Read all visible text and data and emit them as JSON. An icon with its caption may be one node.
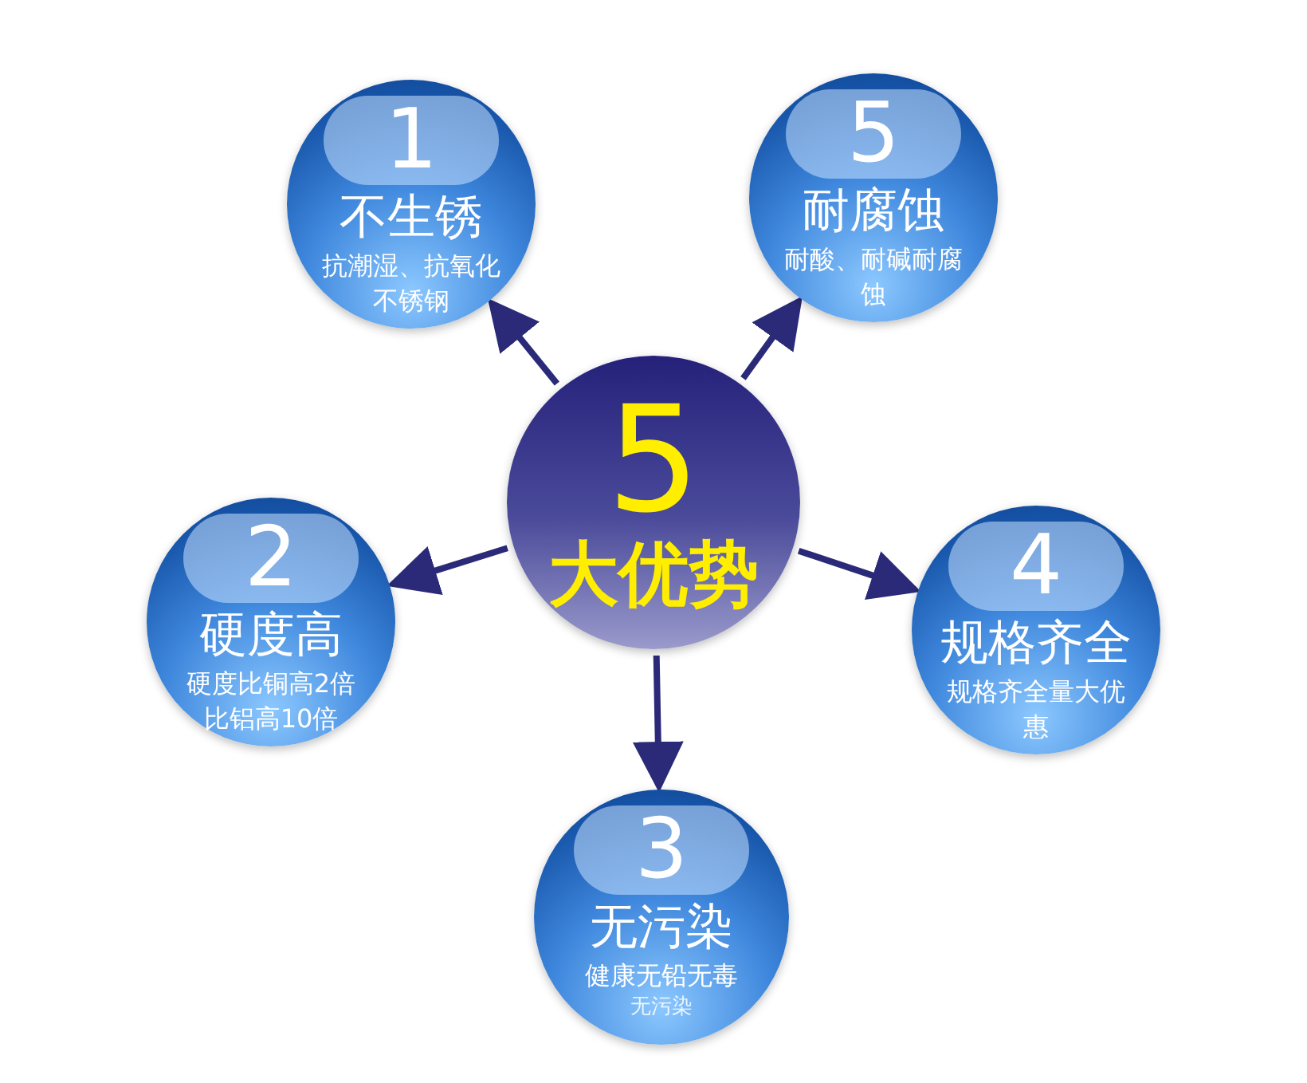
{
  "diagram": {
    "nodes": [
      {
        "text": [
          "1",
          "不生锈",
          "抗潮湿、抗氧化不锈钢"
        ]
      },
      {
        "text": [
          "5",
          "耐腐蚀",
          "耐酸、耐碱耐腐蚀"
        ]
      },
      {
        "text": [
          "5",
          "大优势"
        ]
      },
      {
        "text": [
          "2",
          "硬度高",
          "硬度比铜高2倍比铝高10倍"
        ]
      },
      {
        "text": [
          "4",
          "规格齐全",
          "规格齐全量大优惠"
        ]
      },
      {
        "text": [
          "3",
          "无污染",
          "健康无铅无毒",
          "无污染"
        ]
      }
    ],
    "edges": [
      {
        "from": 2,
        "to": 0,
        "arrow": "to"
      },
      {
        "from": 2,
        "to": 1,
        "arrow": "to"
      },
      {
        "from": 2,
        "to": 3,
        "arrow": "to"
      },
      {
        "from": 2,
        "to": 4,
        "arrow": "to"
      },
      {
        "from": 2,
        "to": 5,
        "arrow": "to"
      }
    ]
  }
}
